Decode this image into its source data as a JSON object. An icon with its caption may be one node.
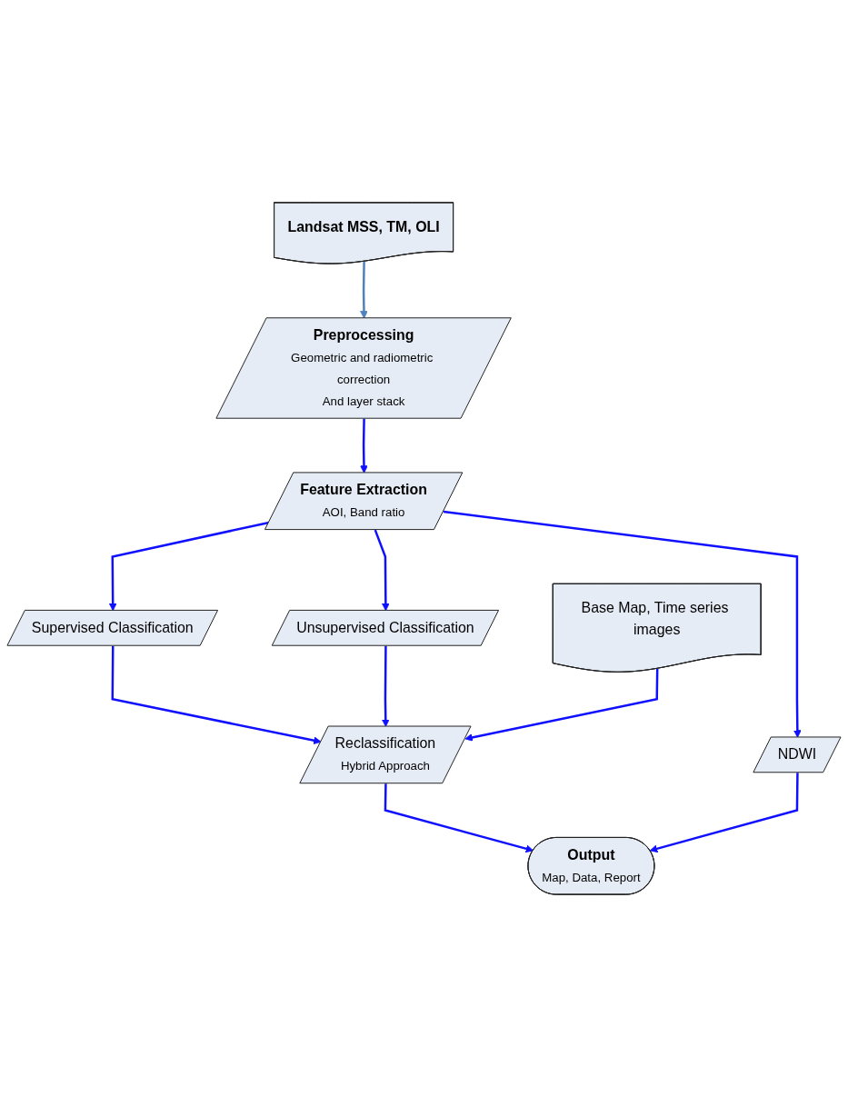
{
  "diagram": {
    "nodes": [
      {
        "text": [
          "Landsat MSS, TM, OLI"
        ]
      },
      {
        "text": [
          "Preprocessing",
          "Geometric and radiometric correction",
          "And layer stack"
        ]
      },
      {
        "text": [
          "Feature Extraction",
          "AOI, Band ratio"
        ]
      },
      {
        "text": [
          "Supervised Classification"
        ]
      },
      {
        "text": [
          "Unsupervised Classification"
        ]
      },
      {
        "text": [
          "Base Map, Time series images"
        ]
      },
      {
        "text": [
          "Reclassification",
          "Hybrid Approach"
        ]
      },
      {
        "text": [
          "NDWI"
        ]
      },
      {
        "text": [
          "Output",
          "Map, Data, Report"
        ]
      }
    ],
    "edges": [
      {
        "from": 0,
        "to": 1,
        "arrow": "to",
        "color": "#4f81bd"
      },
      {
        "from": 1,
        "to": 2,
        "arrow": "to"
      },
      {
        "from": 2,
        "to": 3,
        "arrow": "to"
      },
      {
        "from": 2,
        "to": 4,
        "arrow": "to"
      },
      {
        "from": 3,
        "to": 6,
        "arrow": "to"
      },
      {
        "from": 4,
        "to": 6,
        "arrow": "to"
      },
      {
        "from": 2,
        "to": 7,
        "arrow": "to"
      },
      {
        "from": 5,
        "to": 6,
        "arrow": "to"
      },
      {
        "from": 6,
        "to": 8,
        "arrow": "to"
      },
      {
        "from": 7,
        "to": 8,
        "arrow": "to"
      }
    ]
  }
}
